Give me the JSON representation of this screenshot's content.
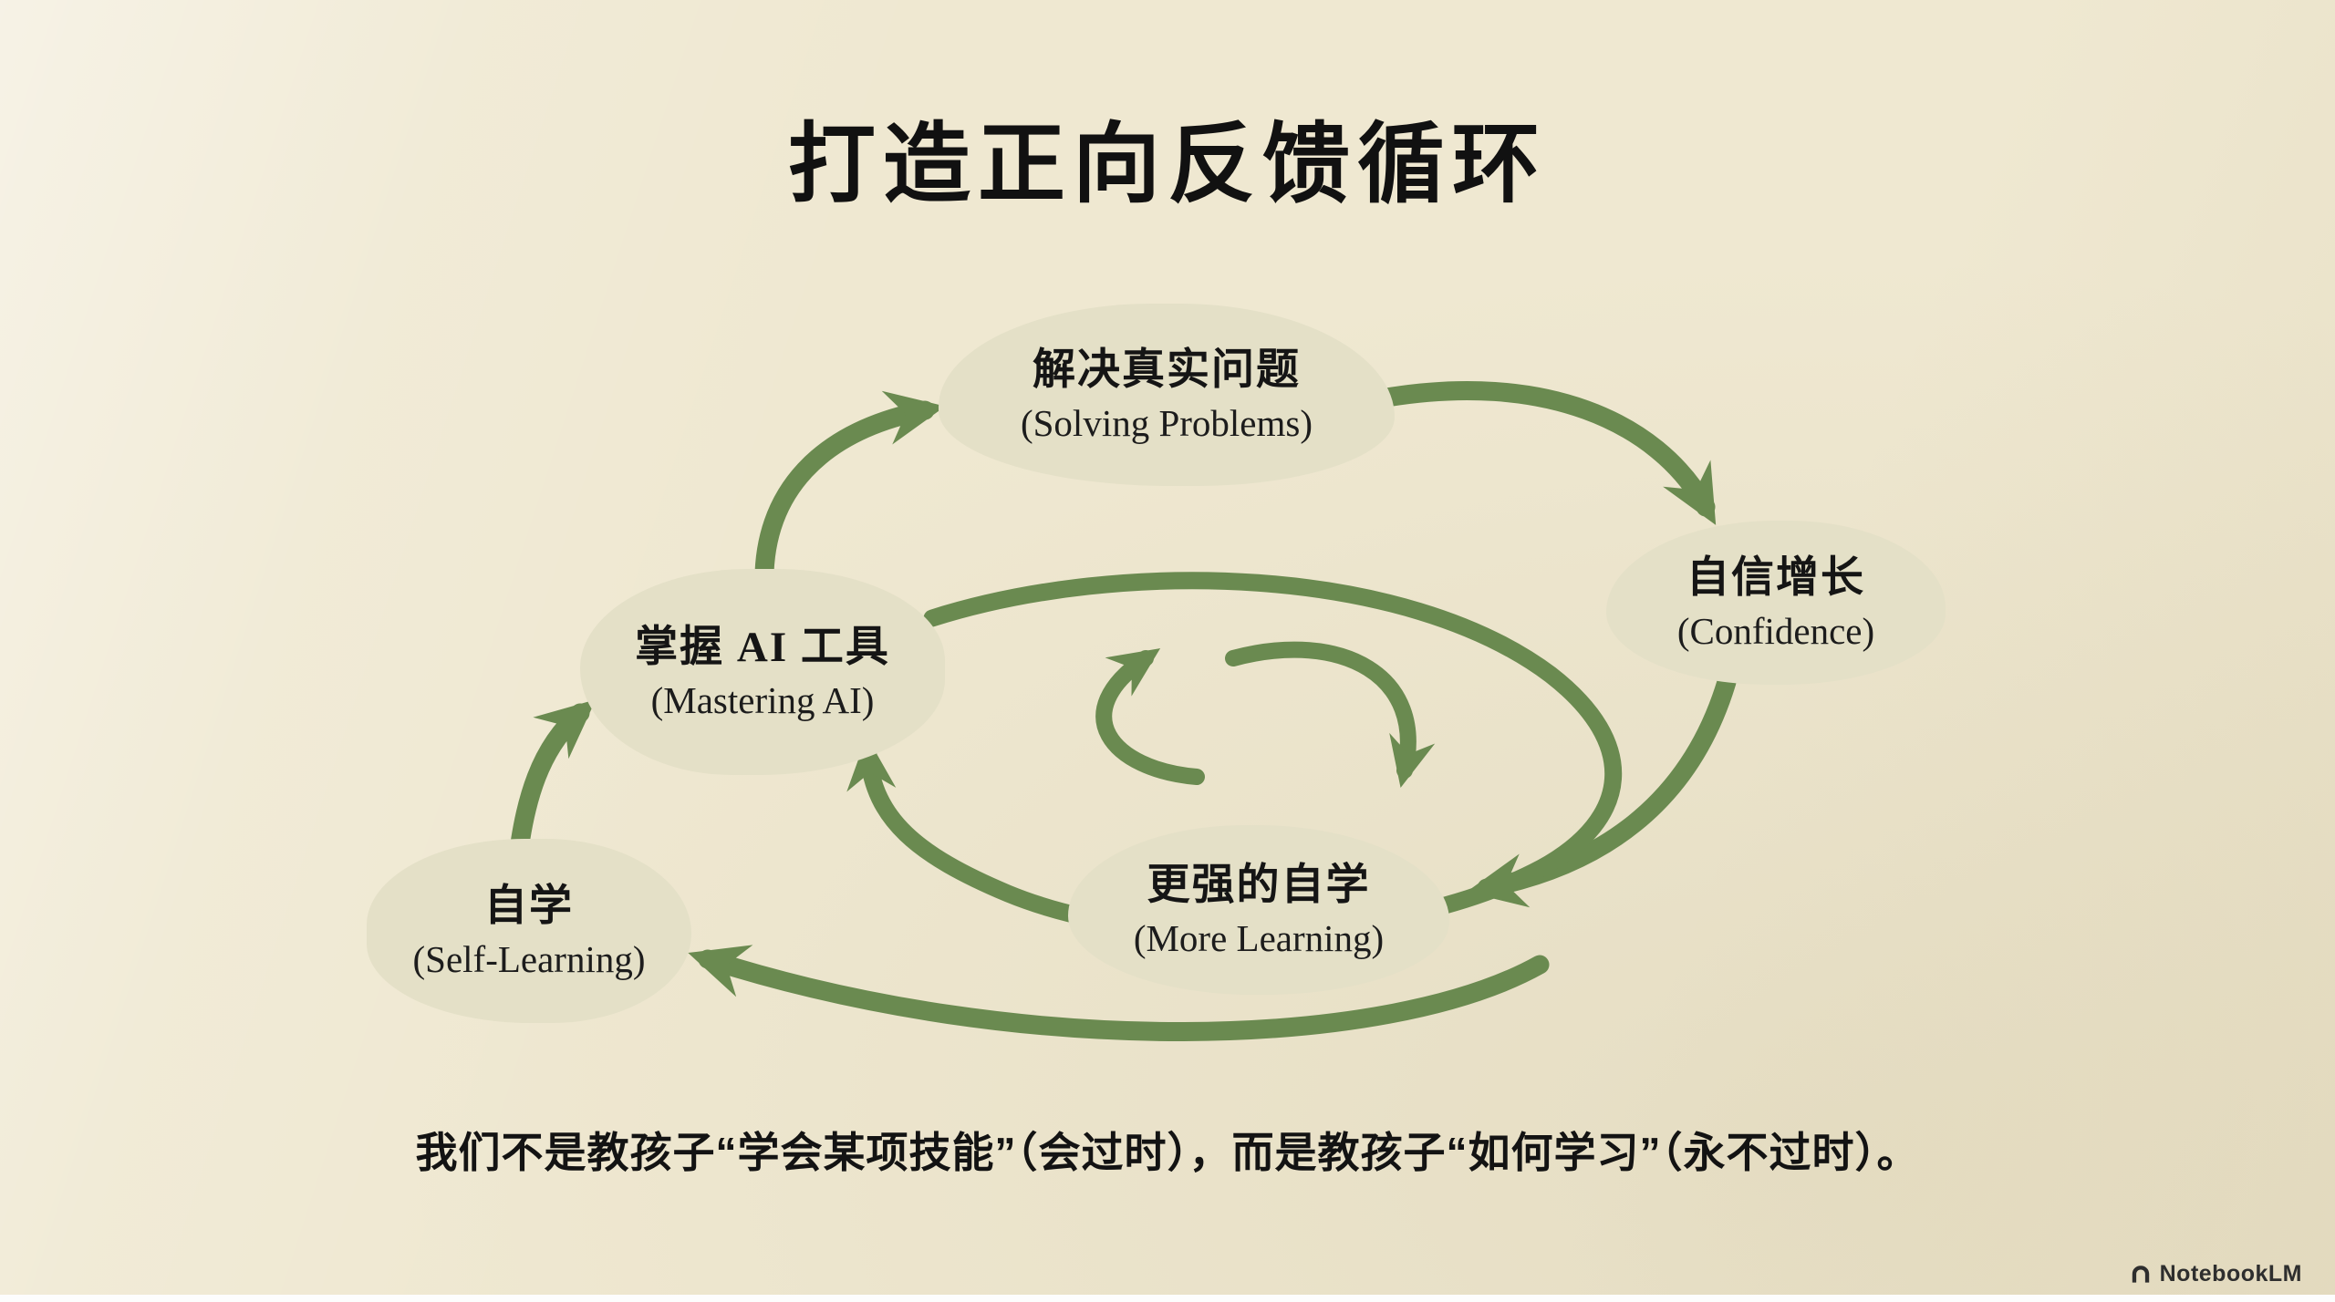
{
  "title": "打造正向反馈循环",
  "nodes": {
    "solving": {
      "zh": "解决真实问题",
      "en": "(Solving Problems)"
    },
    "confidence": {
      "zh": "自信增长",
      "en": "(Confidence)"
    },
    "mastering": {
      "zh": "掌握 AI 工具",
      "en": "(Mastering AI)"
    },
    "more_learning": {
      "zh": "更强的自学",
      "en": "(More Learning)"
    },
    "self_learning": {
      "zh": "自学",
      "en": "(Self-Learning)"
    }
  },
  "footer": "我们不是教孩子“学会某项技能”（会过时），而是教孩子“如何学习”（永不过时）。",
  "watermark": "NotebookLM",
  "colors": {
    "background": "#efe8d1",
    "node_fill": "#e4e0c7",
    "arrow": "#6a8a50",
    "text": "#161616"
  }
}
